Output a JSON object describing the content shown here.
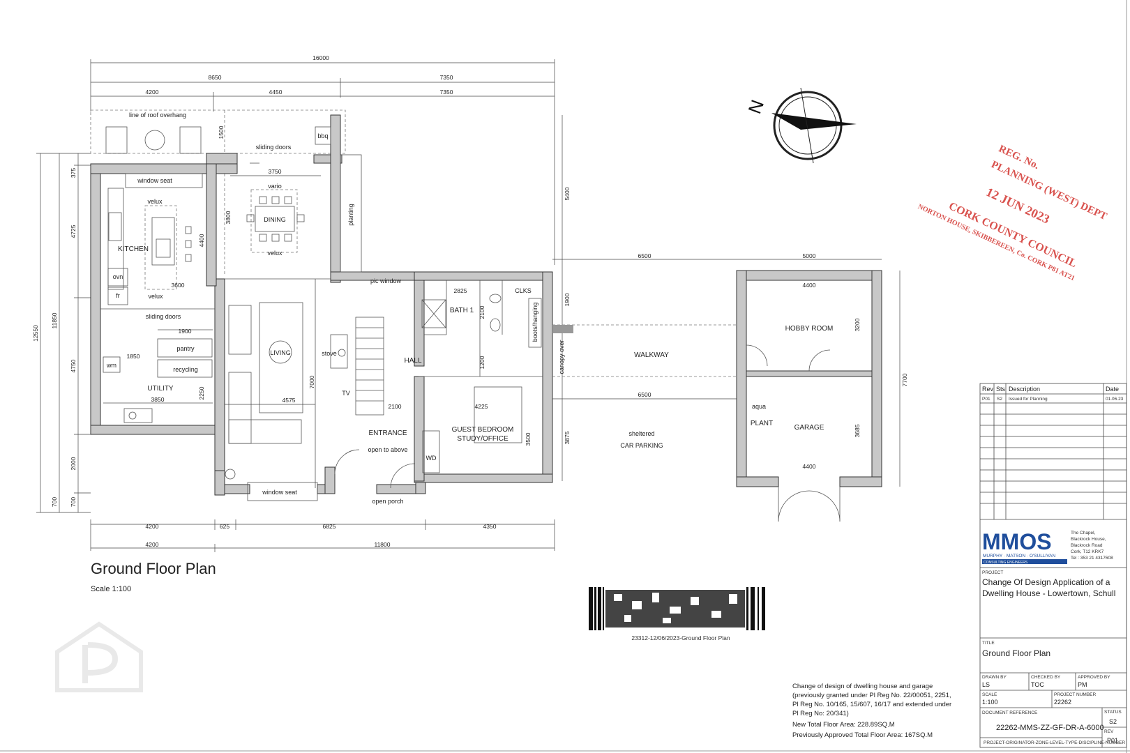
{
  "drawing": {
    "title": "Ground Floor Plan",
    "scale": "Scale 1:100"
  },
  "dimensions": {
    "overall_width": "16000",
    "house_width": "8650",
    "garage_width": "7350",
    "top_left": "4200",
    "top_mid": "4450",
    "top_right": "7350",
    "walkway_width": "6500",
    "garage_outer": "5000",
    "bottom_a": "4200",
    "bottom_b": "625",
    "bottom_c": "6825",
    "bottom_d": "4350",
    "bottom_e": "4200",
    "bottom_f": "11800",
    "left_total": "12550",
    "left_inner": "11850",
    "left_375": "375",
    "left_4725": "4725",
    "left_4750": "4750",
    "left_2000": "2000",
    "left_700a": "700",
    "left_700b": "700",
    "d_1500": "1500",
    "d_3750": "3750",
    "d_3800": "3800",
    "d_4400_kitchen": "4400",
    "d_3600": "3600",
    "d_1900": "1900",
    "d_1850": "1850",
    "d_3850": "3850",
    "d_2250": "2250",
    "d_4575": "4575",
    "d_7000": "7000",
    "d_2100_stair": "2100",
    "d_2825": "2825",
    "d_2100_bath": "2100",
    "d_1200": "1200",
    "d_4225": "4225",
    "d_3500": "3500",
    "d_5400": "5400",
    "d_1900_right": "1900",
    "d_3875": "3875",
    "d_6500_lower": "6500",
    "d_4400_hobby": "4400",
    "d_3200": "3200",
    "d_3685": "3685",
    "d_4400_garage": "4400",
    "d_7700": "7700"
  },
  "rooms": {
    "roof_overhang": "line of roof overhang",
    "window_seat_top": "window seat",
    "velux_1": "velux",
    "kitchen": "KITCHEN",
    "ovn": "ovn",
    "fr": "fr",
    "velux_2": "velux",
    "sliding_doors_top": "sliding doors",
    "vario": "vario",
    "dining": "DINING",
    "velux_3": "velux",
    "bbq": "bbq",
    "planting": "planting",
    "sliding_doors_mid": "sliding doors",
    "pantry": "pantry",
    "recycling": "recycling",
    "wm": "wm",
    "utility": "UTILITY",
    "living": "LIVING",
    "stove": "stove",
    "tv": "TV",
    "pic_window": "pic window",
    "hall": "HALL",
    "entrance": "ENTRANCE",
    "open_to_above": "open to above",
    "bath": "BATH 1",
    "clks": "CLKS",
    "boots": "boots/hanging",
    "guest": "GUEST BEDROOM",
    "study": "STUDY/OFFICE",
    "wd": "WD",
    "window_seat_bottom": "window seat",
    "open_porch": "open porch",
    "canopy": "canopy over",
    "walkway": "WALKWAY",
    "sheltered": "sheltered",
    "car_parking": "CAR PARKING",
    "hobby": "HOBBY ROOM",
    "aqua": "aqua",
    "plant": "PLANT",
    "garage": "GARAGE"
  },
  "stamp": {
    "reg": "REG. No.",
    "dept": "PLANNING (WEST) DEPT",
    "date": "12 JUN 2023",
    "council": "CORK COUNTY COUNCIL",
    "address": "NORTON HOUSE, SKIBBEREEN, Co. CORK P81 AT21"
  },
  "barcode": {
    "caption": "23312-12/06/2023-Ground Floor Plan"
  },
  "notes": {
    "line1": "Change of design of dwelling house and garage",
    "line2": "(previously granted under Pl Reg No. 22/00051, 2251,",
    "line3": "Pl Reg No. 10/165, 15/607, 16/17 and extended under",
    "line4": "Pl Reg No: 20/341)",
    "line5": "New Total Floor Area: 228.89SQ.M",
    "line6": "Previously Approved Total Floor Area: 167SQ.M"
  },
  "title_block": {
    "rev_header": "Rev",
    "sts_header": "Sts",
    "desc_header": "Description",
    "date_header": "Date",
    "rev": "P01",
    "sts": "S2",
    "desc": "Issued for Planning",
    "date": "01.06.23",
    "company": "MMOS",
    "company_sub": "MURPHY · MATSON · O'SULLIVAN",
    "company_tag": "CONSULTING ENGINEERS",
    "addr1": "The Chapel,",
    "addr2": "Blackrock House,",
    "addr3": "Blackrock Road",
    "addr4": "Cork, T12 KRK7",
    "addr5": "Tel : 353 21 4317608",
    "project_label": "PROJECT",
    "project_1": "Change Of Design Application of a",
    "project_2": "Dwelling House - Lowertown, Schull",
    "title_label": "TITLE",
    "title": "Ground Floor Plan",
    "drawn_label": "DRAWN BY",
    "drawn": "LS",
    "checked_label": "CHECKED BY",
    "checked": "TOC",
    "approved_label": "APPROVED BY",
    "approved": "PM",
    "scale_label": "SCALE",
    "scale": "1:100",
    "projnum_label": "PROJECT NUMBER",
    "projnum": "22262",
    "docref_label": "DOCUMENT REFERENCE",
    "docref": "22262-MMS-ZZ-GF-DR-A-6000",
    "status_label": "STATUS",
    "status": "S2",
    "rev_label": "REV",
    "rev_val": "P01",
    "footer": "PROJECT-ORIGINATOR-ZONE-LEVEL-TYPE-DISCIPLINE-NUMBER"
  },
  "north": {
    "label": "N"
  },
  "colors": {
    "stamp": "#d9534f",
    "brand": "#1f4e9c",
    "wall": "#c8c8c8"
  }
}
